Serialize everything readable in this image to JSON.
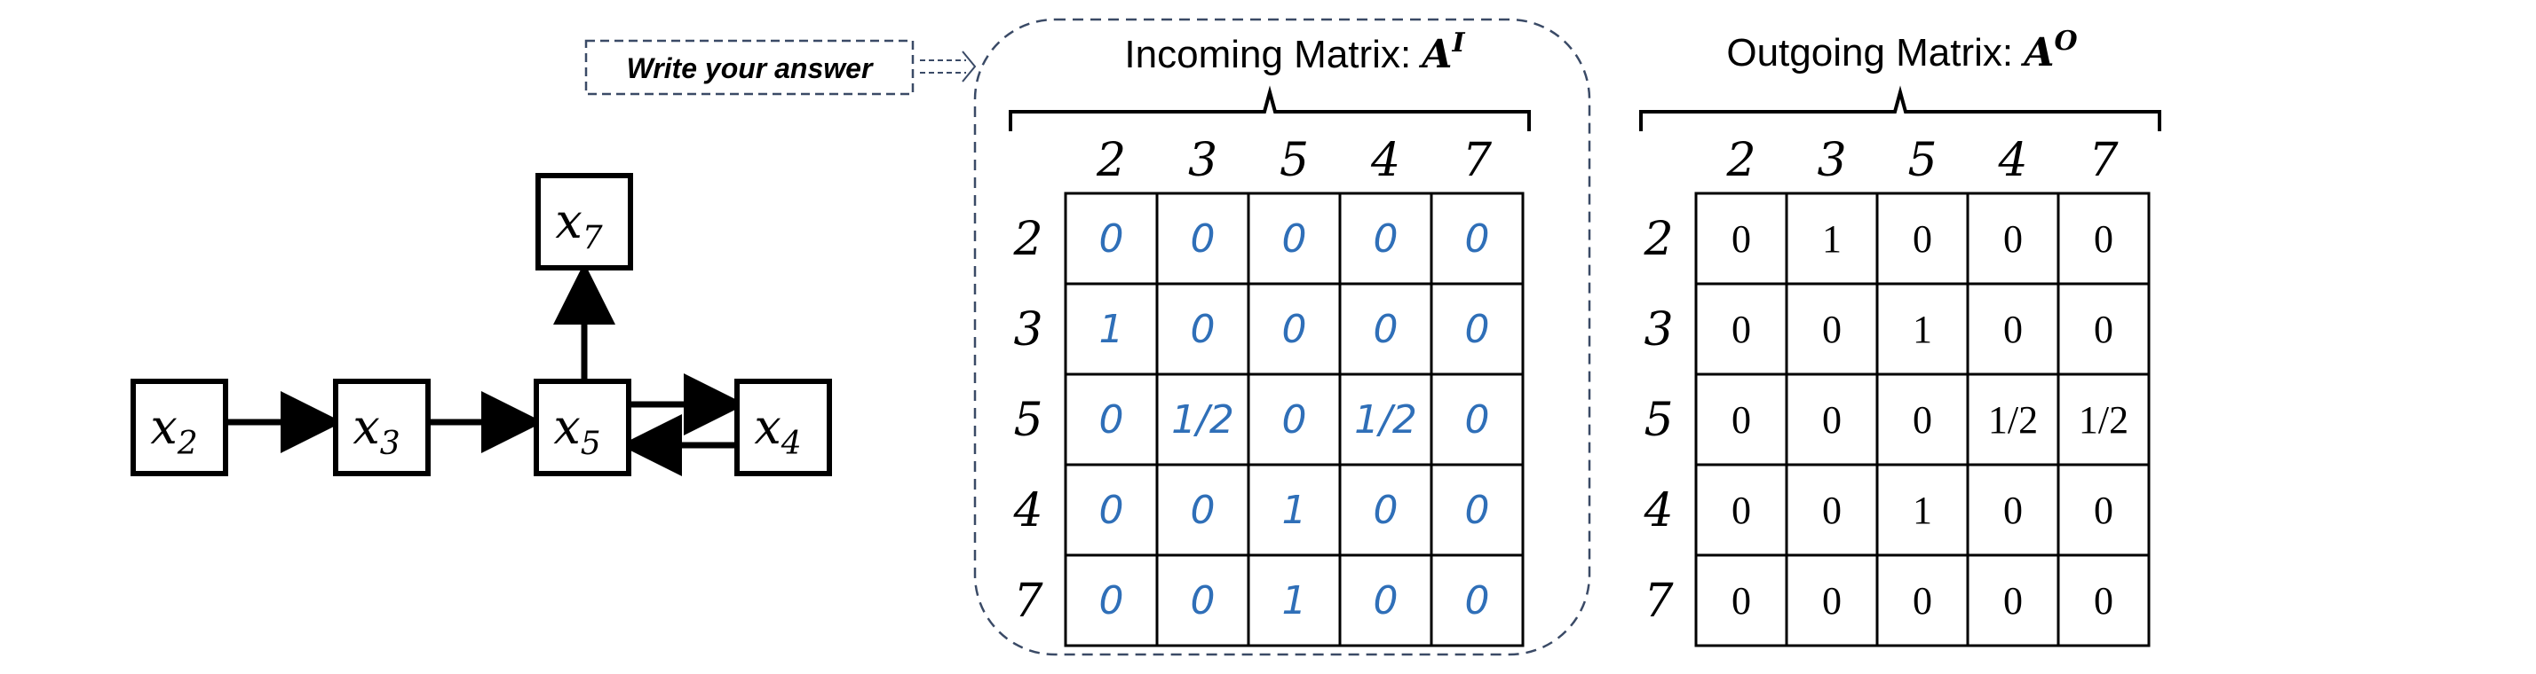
{
  "graph": {
    "nodes": [
      {
        "id": "x2",
        "base": "x",
        "sub": "2"
      },
      {
        "id": "x3",
        "base": "x",
        "sub": "3"
      },
      {
        "id": "x5",
        "base": "x",
        "sub": "5"
      },
      {
        "id": "x4",
        "base": "x",
        "sub": "4"
      },
      {
        "id": "x7",
        "base": "x",
        "sub": "7"
      }
    ],
    "edges": [
      {
        "from": "x2",
        "to": "x3"
      },
      {
        "from": "x3",
        "to": "x5"
      },
      {
        "from": "x5",
        "to": "x7"
      },
      {
        "from": "x5",
        "to": "x4"
      },
      {
        "from": "x4",
        "to": "x5"
      }
    ]
  },
  "answer_prompt": "Write your answer",
  "incoming": {
    "title_text": "Incoming Matrix: ",
    "title_symbol": "A",
    "title_sup": "I",
    "row_labels": [
      "2",
      "3",
      "5",
      "4",
      "7"
    ],
    "col_labels": [
      "2",
      "3",
      "5",
      "4",
      "7"
    ],
    "cells": [
      [
        "0",
        "0",
        "0",
        "0",
        "0"
      ],
      [
        "1",
        "0",
        "0",
        "0",
        "0"
      ],
      [
        "0",
        "1/2",
        "0",
        "1/2",
        "0"
      ],
      [
        "0",
        "0",
        "1",
        "0",
        "0"
      ],
      [
        "0",
        "0",
        "1",
        "0",
        "0"
      ]
    ]
  },
  "outgoing": {
    "title_text": "Outgoing Matrix: ",
    "title_symbol": "A",
    "title_sup": "O",
    "row_labels": [
      "2",
      "3",
      "5",
      "4",
      "7"
    ],
    "col_labels": [
      "2",
      "3",
      "5",
      "4",
      "7"
    ],
    "cells": [
      [
        "0",
        "1",
        "0",
        "0",
        "0"
      ],
      [
        "0",
        "0",
        "1",
        "0",
        "0"
      ],
      [
        "0",
        "0",
        "0",
        "1/2",
        "1/2"
      ],
      [
        "0",
        "0",
        "1",
        "0",
        "0"
      ],
      [
        "0",
        "0",
        "0",
        "0",
        "0"
      ]
    ]
  },
  "colors": {
    "ink": "#000000",
    "handwriting": "#2f6fb8",
    "dashed": "#3a4a66"
  }
}
